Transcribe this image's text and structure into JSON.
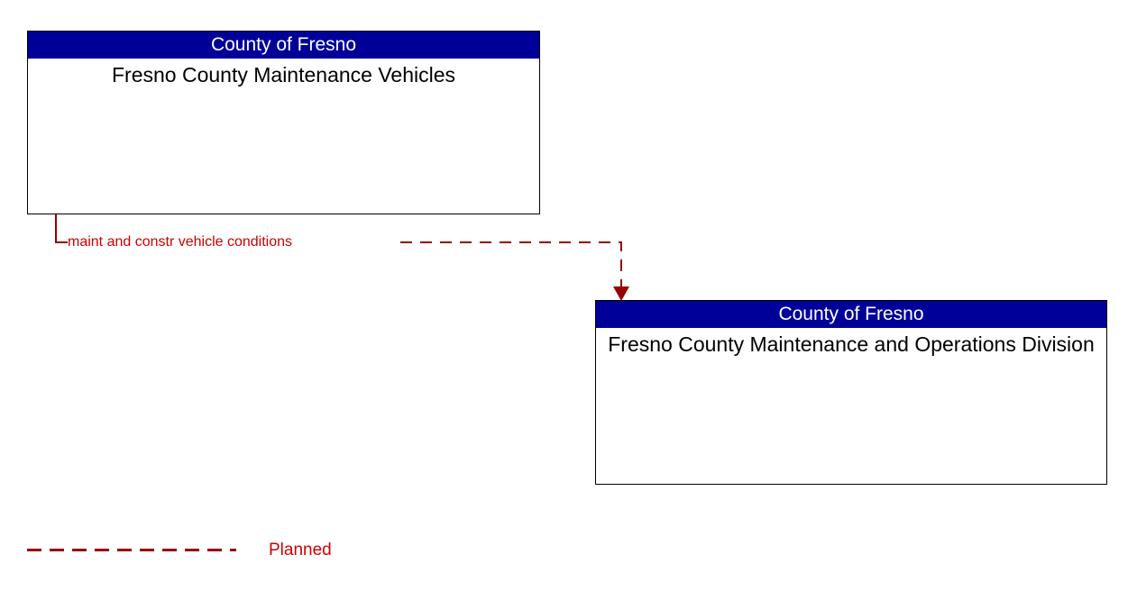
{
  "diagram": {
    "type": "architecture-flow-diagram",
    "background_color": "#ffffff",
    "boxes": [
      {
        "id": "source",
        "stakeholder": "County of Fresno",
        "name": "Fresno County Maintenance Vehicles",
        "header_color": "#000099",
        "header_text_color": "#ffffff",
        "body_color": "#ffffff",
        "border_color": "#000000"
      },
      {
        "id": "target",
        "stakeholder": "County of Fresno",
        "name": "Fresno County Maintenance and Operations Division",
        "header_color": "#000099",
        "header_text_color": "#ffffff",
        "body_color": "#ffffff",
        "border_color": "#000000"
      }
    ],
    "flows": [
      {
        "id": "flow-1",
        "label": "maint and constr vehicle conditions",
        "from": "source",
        "to": "target",
        "style": "dashed",
        "status": "Planned",
        "color": "#990000",
        "label_color": "#cc0000",
        "arrow_direction": "down"
      }
    ],
    "legend": {
      "items": [
        {
          "label": "Planned",
          "style": "dashed",
          "color": "#990000",
          "text_color": "#cc0000"
        }
      ]
    }
  }
}
